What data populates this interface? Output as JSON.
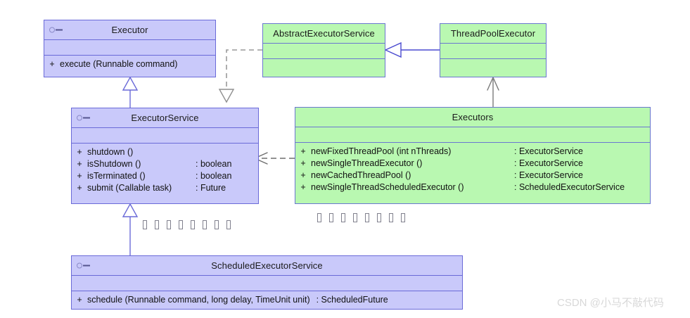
{
  "diagram": {
    "title": "Java Executor Framework UML Class Diagram",
    "colors": {
      "interface_fill": "#c9c9fa",
      "class_fill": "#b9f8b1",
      "border": "#6a6ad8",
      "green_border": "#6a77d0",
      "text": "#1a1a1a",
      "edge_blue": "#6a6ad8",
      "edge_gray": "#8a8a8a",
      "watermark": "#d8d8d8",
      "background": "#ffffff"
    },
    "classes": [
      {
        "id": "executor",
        "name": "Executor",
        "stereotype_icon": "interface-lollipop-icon",
        "kind": "interface",
        "fill": "interface_fill",
        "attributes": [],
        "operations": [
          {
            "visibility": "+",
            "signature": "execute (Runnable command)",
            "type": ""
          }
        ]
      },
      {
        "id": "abstract-executor-service",
        "name": "AbstractExecutorService",
        "stereotype_icon": "",
        "kind": "class",
        "fill": "class_fill",
        "attributes": [],
        "operations": []
      },
      {
        "id": "thread-pool-executor",
        "name": "ThreadPoolExecutor",
        "stereotype_icon": "",
        "kind": "class",
        "fill": "class_fill",
        "attributes": [],
        "operations": []
      },
      {
        "id": "executor-service",
        "name": "ExecutorService",
        "stereotype_icon": "interface-lollipop-icon",
        "kind": "interface",
        "fill": "interface_fill",
        "attributes": [],
        "operations": [
          {
            "visibility": "+",
            "signature": "shutdown ()",
            "type": ""
          },
          {
            "visibility": "+",
            "signature": "isShutdown ()",
            "type": ": boolean"
          },
          {
            "visibility": "+",
            "signature": "isTerminated ()",
            "type": ": boolean"
          },
          {
            "visibility": "+",
            "signature": "submit (Callable task)",
            "type": ": Future"
          }
        ]
      },
      {
        "id": "executors",
        "name": "Executors",
        "stereotype_icon": "",
        "kind": "class",
        "fill": "class_fill",
        "attributes": [],
        "operations": [
          {
            "visibility": "+",
            "signature": "newFixedThreadPool (int nThreads)",
            "type": ": ExecutorService"
          },
          {
            "visibility": "+",
            "signature": "newSingleThreadExecutor ()",
            "type": ": ExecutorService"
          },
          {
            "visibility": "+",
            "signature": "newCachedThreadPool ()",
            "type": ": ExecutorService"
          },
          {
            "visibility": "+",
            "signature": "newSingleThreadScheduledExecutor ()",
            "type": ": ScheduledExecutorService"
          }
        ]
      },
      {
        "id": "scheduled-executor-service",
        "name": "ScheduledExecutorService",
        "stereotype_icon": "interface-lollipop-icon",
        "kind": "interface",
        "fill": "interface_fill",
        "attributes": [],
        "operations": [
          {
            "visibility": "+",
            "signature": "schedule (Runnable command, long delay, TimeUnit unit)",
            "type": ": ScheduledFuture"
          }
        ]
      }
    ],
    "relationships": [
      {
        "id": "rel-generalization-executorservice-executor",
        "type": "generalization",
        "from": "executor-service",
        "to": "executor",
        "style": "solid",
        "arrow": "hollow-triangle"
      },
      {
        "id": "rel-realization-abstract-executorservice",
        "type": "realization",
        "from": "abstract-executor-service",
        "to": "executor-service",
        "style": "dashed",
        "arrow": "hollow-triangle"
      },
      {
        "id": "rel-generalization-threadpool-abstract",
        "type": "generalization",
        "from": "thread-pool-executor",
        "to": "abstract-executor-service",
        "style": "solid",
        "arrow": "hollow-triangle"
      },
      {
        "id": "rel-dependency-executors-executorservice",
        "type": "dependency",
        "from": "executors",
        "to": "executor-service",
        "style": "dashed",
        "arrow": "open"
      },
      {
        "id": "rel-dependency-executors-threadpool",
        "type": "dependency",
        "from": "executors",
        "to": "thread-pool-executor",
        "style": "solid",
        "arrow": "open"
      },
      {
        "id": "rel-generalization-scheduled-executorservice",
        "type": "generalization",
        "from": "scheduled-executor-service",
        "to": "executor-service",
        "style": "solid",
        "arrow": "hollow-triangle"
      }
    ],
    "unrendered_glyph_rows": [
      {
        "id": "tofu-row-left",
        "count": 8,
        "note": "missing-glyph boxes"
      },
      {
        "id": "tofu-row-right",
        "count": 8,
        "note": "missing-glyph boxes"
      }
    ]
  },
  "watermark": {
    "text": "CSDN @小马不敲代码"
  }
}
